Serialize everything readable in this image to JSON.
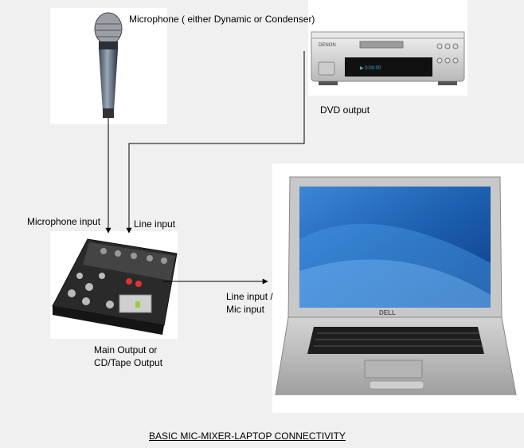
{
  "labels": {
    "microphone": "Microphone ( either Dynamic or Condenser)",
    "dvd_output": "DVD output",
    "microphone_input": "Microphone input",
    "line_input": "Line input",
    "line_mic_input_1": "Line input /",
    "line_mic_input_2": "Mic input",
    "main_output_1": "Main Output or",
    "main_output_2": "CD/Tape Output",
    "caption": "BASIC MIC-MIXER-LAPTOP CONNECTIVITY"
  },
  "devices": {
    "dvd_brand": "DENON",
    "laptop_brand": "DELL"
  },
  "colors": {
    "background": "#f0f0f0",
    "connector_line": "#000000"
  }
}
